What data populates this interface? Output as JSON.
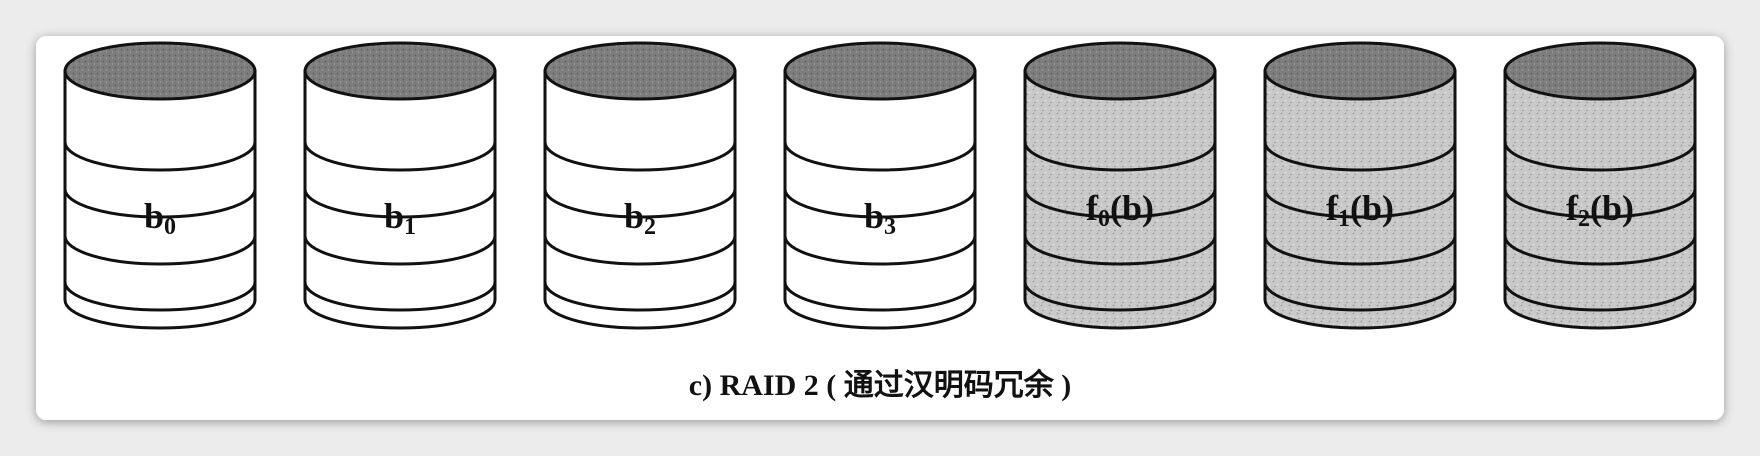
{
  "colors": {
    "data_disk_body": "#ffffff",
    "parity_disk_body": "#c9c9c9",
    "disk_top": "#7d7d7d",
    "stroke": "#111111"
  },
  "disks": [
    {
      "kind": "data",
      "name": "b",
      "sub": "0",
      "suffix": ""
    },
    {
      "kind": "data",
      "name": "b",
      "sub": "1",
      "suffix": ""
    },
    {
      "kind": "data",
      "name": "b",
      "sub": "2",
      "suffix": ""
    },
    {
      "kind": "data",
      "name": "b",
      "sub": "3",
      "suffix": ""
    },
    {
      "kind": "parity",
      "name": "f",
      "sub": "0",
      "suffix": "(b)"
    },
    {
      "kind": "parity",
      "name": "f",
      "sub": "1",
      "suffix": "(b)"
    },
    {
      "kind": "parity",
      "name": "f",
      "sub": "2",
      "suffix": "(b)"
    }
  ],
  "caption": "c) RAID 2 ( 通过汉明码冗余 )"
}
